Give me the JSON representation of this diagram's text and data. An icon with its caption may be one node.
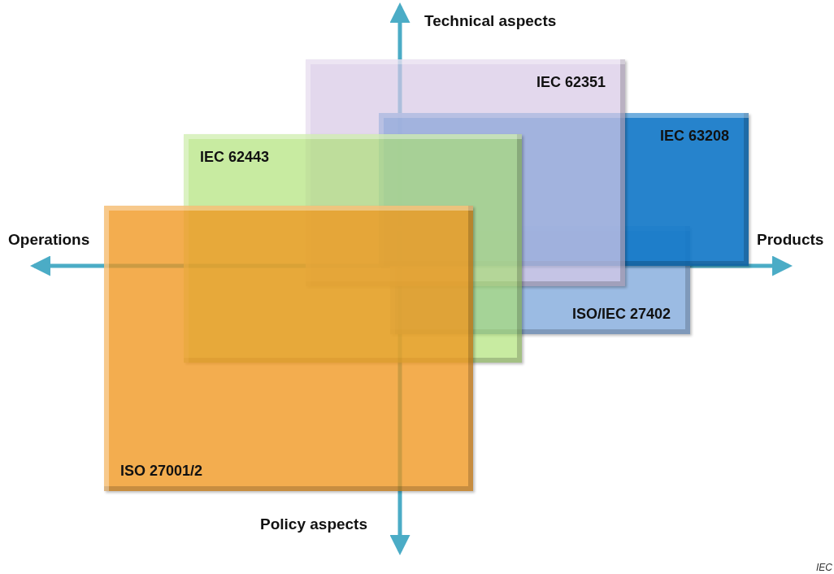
{
  "diagram": {
    "nodes": [
      {
        "text": [
          "IEC 62351"
        ]
      },
      {
        "text": [
          "IEC 63208"
        ]
      },
      {
        "text": [
          "IEC 62443"
        ]
      },
      {
        "text": [
          "ISO/IEC 27402"
        ]
      },
      {
        "text": [
          "ISO 27001/2"
        ]
      }
    ],
    "edges": [],
    "labels": [
      "Technical aspects",
      "Operations",
      "Products",
      "Policy aspects",
      "IEC"
    ]
  }
}
